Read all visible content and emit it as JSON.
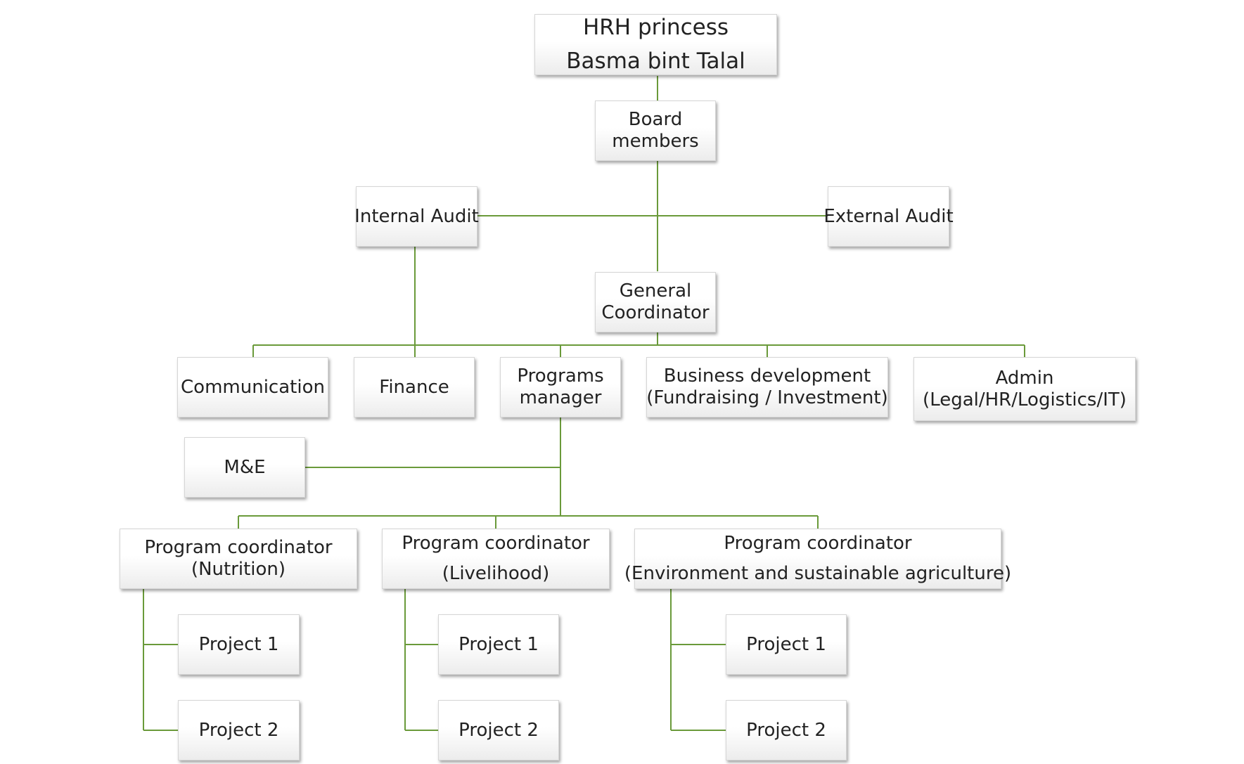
{
  "theme": {
    "connector_color": "#6a9a3a",
    "box_fill": "#ffffff",
    "box_shadow_tint": "#ececec"
  },
  "nodes": {
    "top": {
      "line1": "HRH princess",
      "line2": "Basma bint Talal"
    },
    "board": {
      "line1": "Board",
      "line2": "members"
    },
    "internal_audit": {
      "line1": "Internal Audit"
    },
    "external_audit": {
      "line1": "External Audit"
    },
    "general_coordinator": {
      "line1": "General",
      "line2": "Coordinator"
    },
    "communication": {
      "line1": "Communication"
    },
    "finance": {
      "line1": "Finance"
    },
    "programs_manager": {
      "line1": "Programs",
      "line2": "manager"
    },
    "business_development": {
      "line1": "Business development",
      "line2": "(Fundraising / Investment)"
    },
    "admin": {
      "line1": "Admin",
      "line2": "(Legal/HR/Logistics/IT)"
    },
    "me": {
      "line1": "M&E"
    },
    "pc_nutrition": {
      "line1": "Program coordinator",
      "line2": "(Nutrition)"
    },
    "pc_livelihood": {
      "line1": "Program coordinator",
      "line2": "(Livelihood)"
    },
    "pc_environment": {
      "line1": "Program coordinator",
      "line2": "(Environment and sustainable agriculture)"
    },
    "nutrition_project1": {
      "line1": "Project 1"
    },
    "nutrition_project2": {
      "line1": "Project 2"
    },
    "livelihood_project1": {
      "line1": "Project 1"
    },
    "livelihood_project2": {
      "line1": "Project 2"
    },
    "environment_project1": {
      "line1": "Project 1"
    },
    "environment_project2": {
      "line1": "Project 2"
    }
  }
}
